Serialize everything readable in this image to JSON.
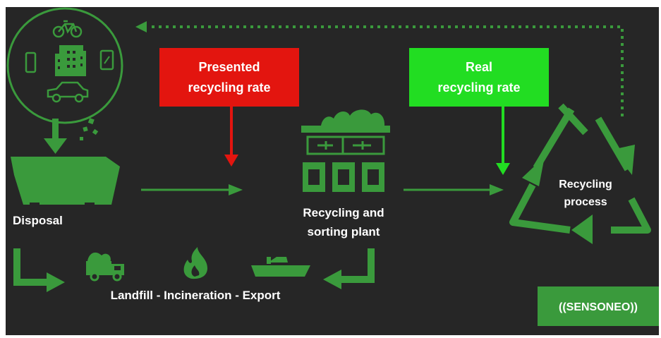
{
  "colors": {
    "background": "#262626",
    "green": "#3a9a3c",
    "red_box": "#e3150f",
    "red_arrow": "#e3150f",
    "bright_green_box": "#22dd22",
    "bright_green_arrow": "#22dd22",
    "text": "#ffffff"
  },
  "icons": [
    "bicycle-icon",
    "phone-icon",
    "building-icon",
    "tablet-icon",
    "car-icon",
    "dumpster-icon",
    "recycling-plant-icon",
    "garbage-truck-icon",
    "fire-icon",
    "ship-icon",
    "recycling-triangle-icon"
  ],
  "boxes": {
    "presented": {
      "line1": "Presented",
      "line2": "recycling rate"
    },
    "real": {
      "line1": "Real",
      "line2": "recycling rate"
    }
  },
  "labels": {
    "disposal": "Disposal",
    "plant_line1": "Recycling and",
    "plant_line2": "sorting plant",
    "process_line1": "Recycling",
    "process_line2": "process",
    "landfill": "Landfill - Incineration - Export"
  },
  "brand": {
    "text": "((SENSONEO))"
  }
}
